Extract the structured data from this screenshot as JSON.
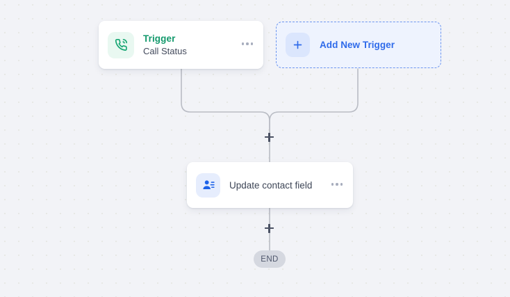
{
  "canvas": {
    "background_color": "#f2f3f7",
    "dot_color": "#e7e8e5",
    "grid_size": 20
  },
  "workflow": {
    "connector_color": "#b9bcc4",
    "nodes": [
      {
        "id": "trigger",
        "type": "trigger-card",
        "title": "Trigger",
        "subtitle": "Call Status",
        "icon": "phone-call-icon",
        "icon_color": "#17a673",
        "icon_tile_color": "#e9f8f1",
        "title_color": "#13996c",
        "menu": "more-options-icon"
      },
      {
        "id": "add-trigger",
        "type": "add-card",
        "label": "Add New Trigger",
        "icon": "plus-icon",
        "icon_color": "#2f6bea",
        "border_color": "#6b94ef",
        "background_color": "#eef3fe"
      },
      {
        "id": "update-contact-field",
        "type": "action-card",
        "label": "Update contact field",
        "icon": "contact-card-icon",
        "icon_color": "#1d62e8",
        "icon_tile_color": "#e6edfd",
        "menu": "more-options-icon"
      },
      {
        "id": "end",
        "type": "end-pill",
        "label": "END",
        "background_color": "#d5d8e0",
        "text_color": "#4e566b"
      }
    ],
    "junctions": [
      {
        "id": "plus-upper",
        "icon": "add-step-plus-icon"
      },
      {
        "id": "plus-lower",
        "icon": "add-step-plus-icon"
      }
    ]
  }
}
